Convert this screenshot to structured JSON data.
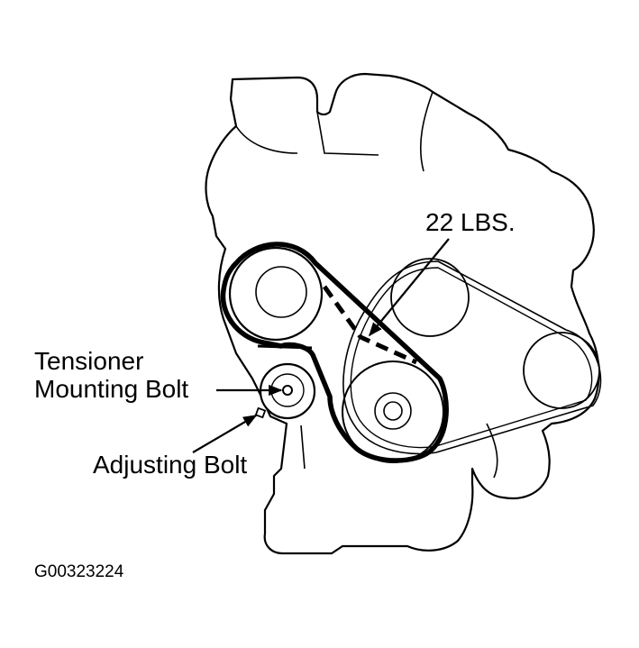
{
  "labels": {
    "belt_tension": "22 LBS.",
    "tensioner_line1": "Tensioner",
    "tensioner_line2": "Mounting Bolt",
    "adjusting_bolt": "Adjusting Bolt",
    "figure_code": "G00323224"
  },
  "colors": {
    "ink": "#000000",
    "background": "#ffffff"
  }
}
